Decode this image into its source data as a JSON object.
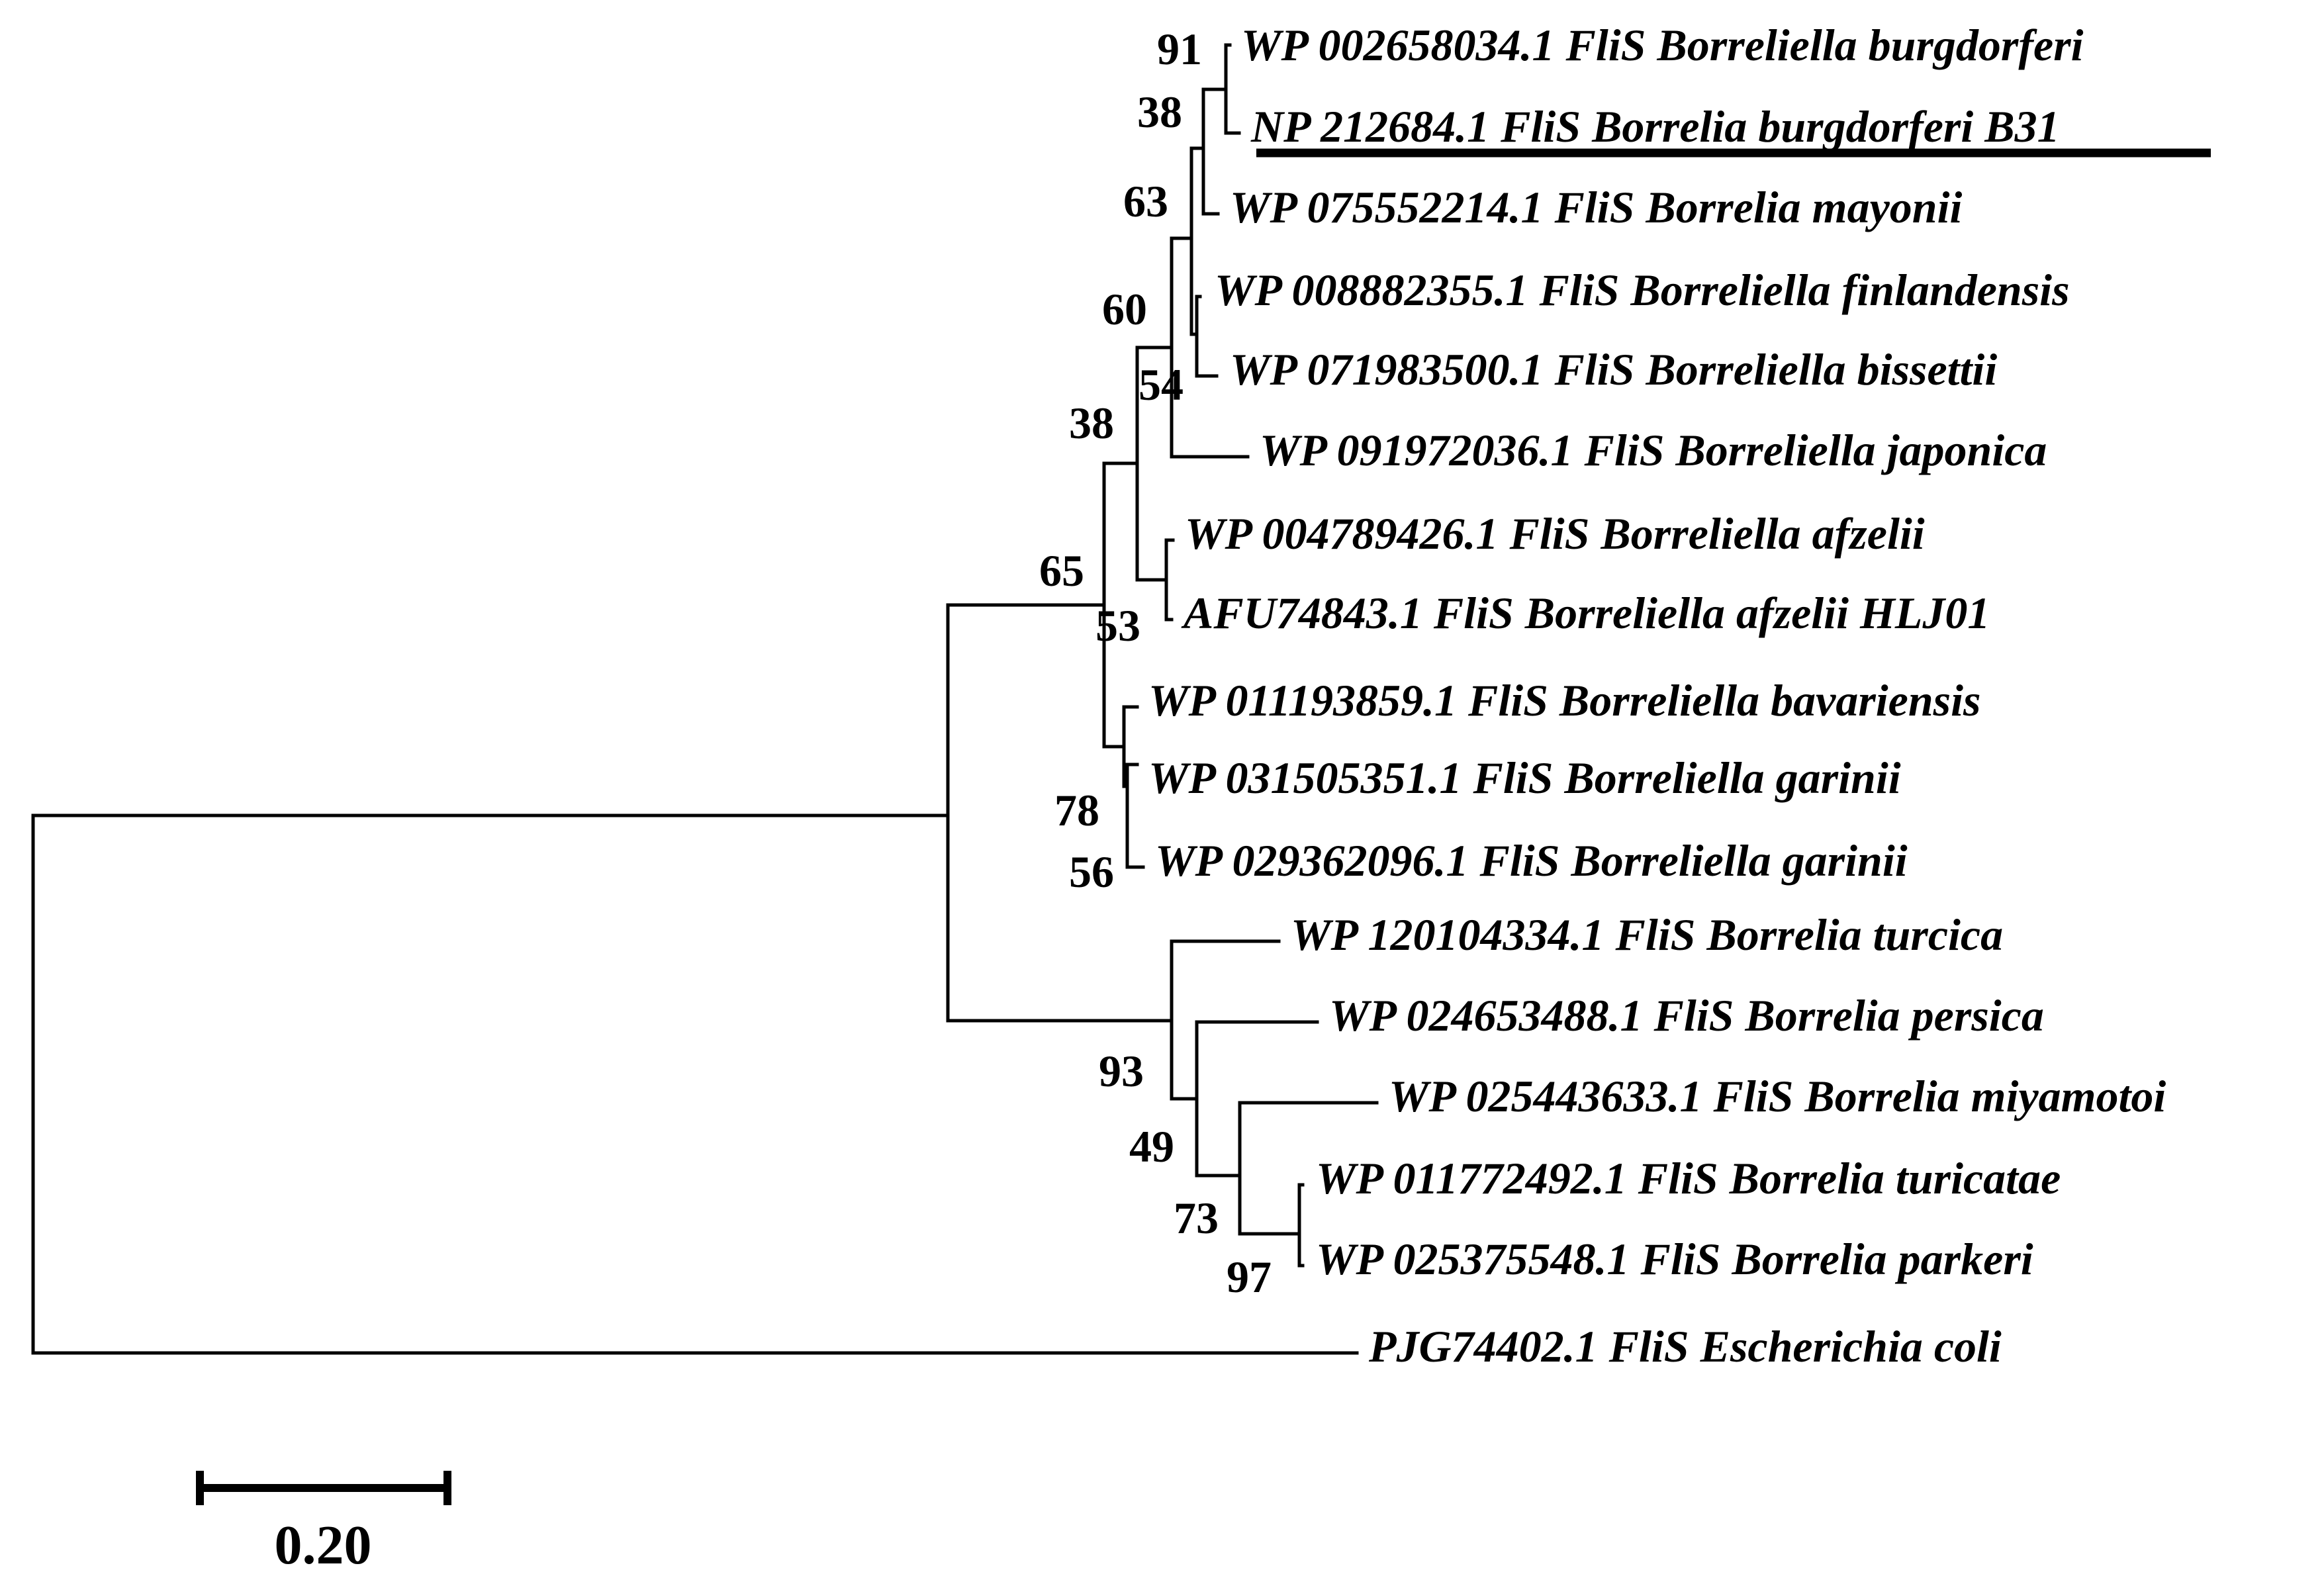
{
  "taxa": [
    {
      "id": "t1",
      "label": "WP 002658034.1 FliS Borreliella burgdorferi"
    },
    {
      "id": "t2",
      "label": "NP 212684.1 FliS Borrelia burgdorferi B31",
      "highlighted": true
    },
    {
      "id": "t3",
      "label": "WP 075552214.1 FliS Borrelia mayonii"
    },
    {
      "id": "t4",
      "label": "WP 008882355.1 FliS Borreliella finlandensis"
    },
    {
      "id": "t5",
      "label": "WP 071983500.1 FliS Borreliella bissettii"
    },
    {
      "id": "t6",
      "label": "WP 091972036.1 FliS Borreliella japonica"
    },
    {
      "id": "t7",
      "label": "WP 004789426.1 FliS Borreliella afzelii"
    },
    {
      "id": "t8",
      "label": "AFU74843.1 FliS Borreliella afzelii HLJ01"
    },
    {
      "id": "t9",
      "label": "WP 011193859.1 FliS Borreliella bavariensis"
    },
    {
      "id": "t10",
      "label": "WP 031505351.1 FliS Borreliella garinii"
    },
    {
      "id": "t11",
      "label": "WP 029362096.1 FliS Borreliella garinii"
    },
    {
      "id": "t12",
      "label": "WP 120104334.1 FliS Borrelia turcica"
    },
    {
      "id": "t13",
      "label": "WP 024653488.1 FliS Borrelia persica"
    },
    {
      "id": "t14",
      "label": "WP 025443633.1 FliS Borrelia miyamotoi"
    },
    {
      "id": "t15",
      "label": "WP 011772492.1 FliS Borrelia turicatae"
    },
    {
      "id": "t16",
      "label": "WP 025375548.1 FliS Borrelia parkeri"
    },
    {
      "id": "t17",
      "label": "PJG74402.1 FliS Escherichia coli"
    }
  ],
  "bootstrap": [
    {
      "node": "n_burg",
      "value": "91"
    },
    {
      "node": "n_burg_may",
      "value": "38"
    },
    {
      "node": "n_fin_bis",
      "value": "54"
    },
    {
      "node": "n_a",
      "value": "63"
    },
    {
      "node": "n_b",
      "value": "60"
    },
    {
      "node": "n_afz",
      "value": "53"
    },
    {
      "node": "n_c",
      "value": "38"
    },
    {
      "node": "n_gar",
      "value": "56"
    },
    {
      "node": "n_bav_gar",
      "value": "78"
    },
    {
      "node": "n_lyme",
      "value": "65"
    },
    {
      "node": "n_par_tur",
      "value": "97"
    },
    {
      "node": "n_mi_tur",
      "value": "73"
    },
    {
      "node": "n_per",
      "value": "49"
    },
    {
      "node": "n_rf",
      "value": "93"
    }
  ],
  "scale_bar": {
    "value": 0.2,
    "label": "0.20"
  }
}
